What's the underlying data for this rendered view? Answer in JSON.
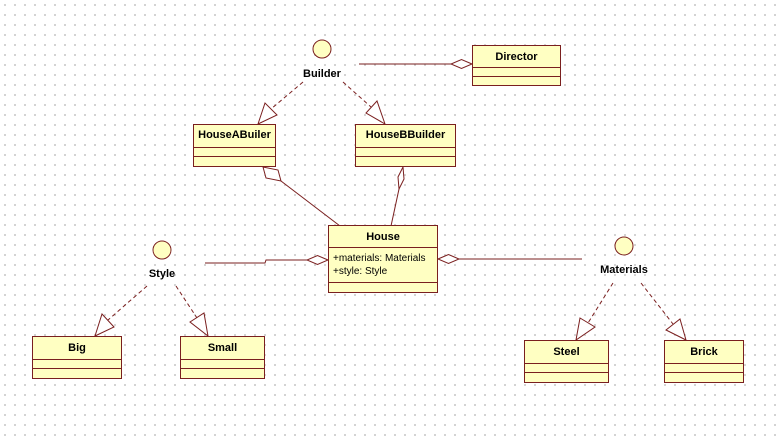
{
  "interfaces": {
    "builder": {
      "label": "Builder"
    },
    "style": {
      "label": "Style"
    },
    "materials": {
      "label": "Materials"
    }
  },
  "classes": {
    "director": {
      "name": "Director"
    },
    "house_a_builder": {
      "name": "HouseABuiler"
    },
    "house_b_builder": {
      "name": "HouseBBuilder"
    },
    "house": {
      "name": "House",
      "attributes": [
        "+materials: Materials",
        "+style: Style"
      ]
    },
    "big": {
      "name": "Big"
    },
    "small": {
      "name": "Small"
    },
    "steel": {
      "name": "Steel"
    },
    "brick": {
      "name": "Brick"
    }
  },
  "colors": {
    "class_fill": "#ffffc2",
    "outline": "#7a1f1f",
    "grid_dot": "#c4c4c4"
  }
}
